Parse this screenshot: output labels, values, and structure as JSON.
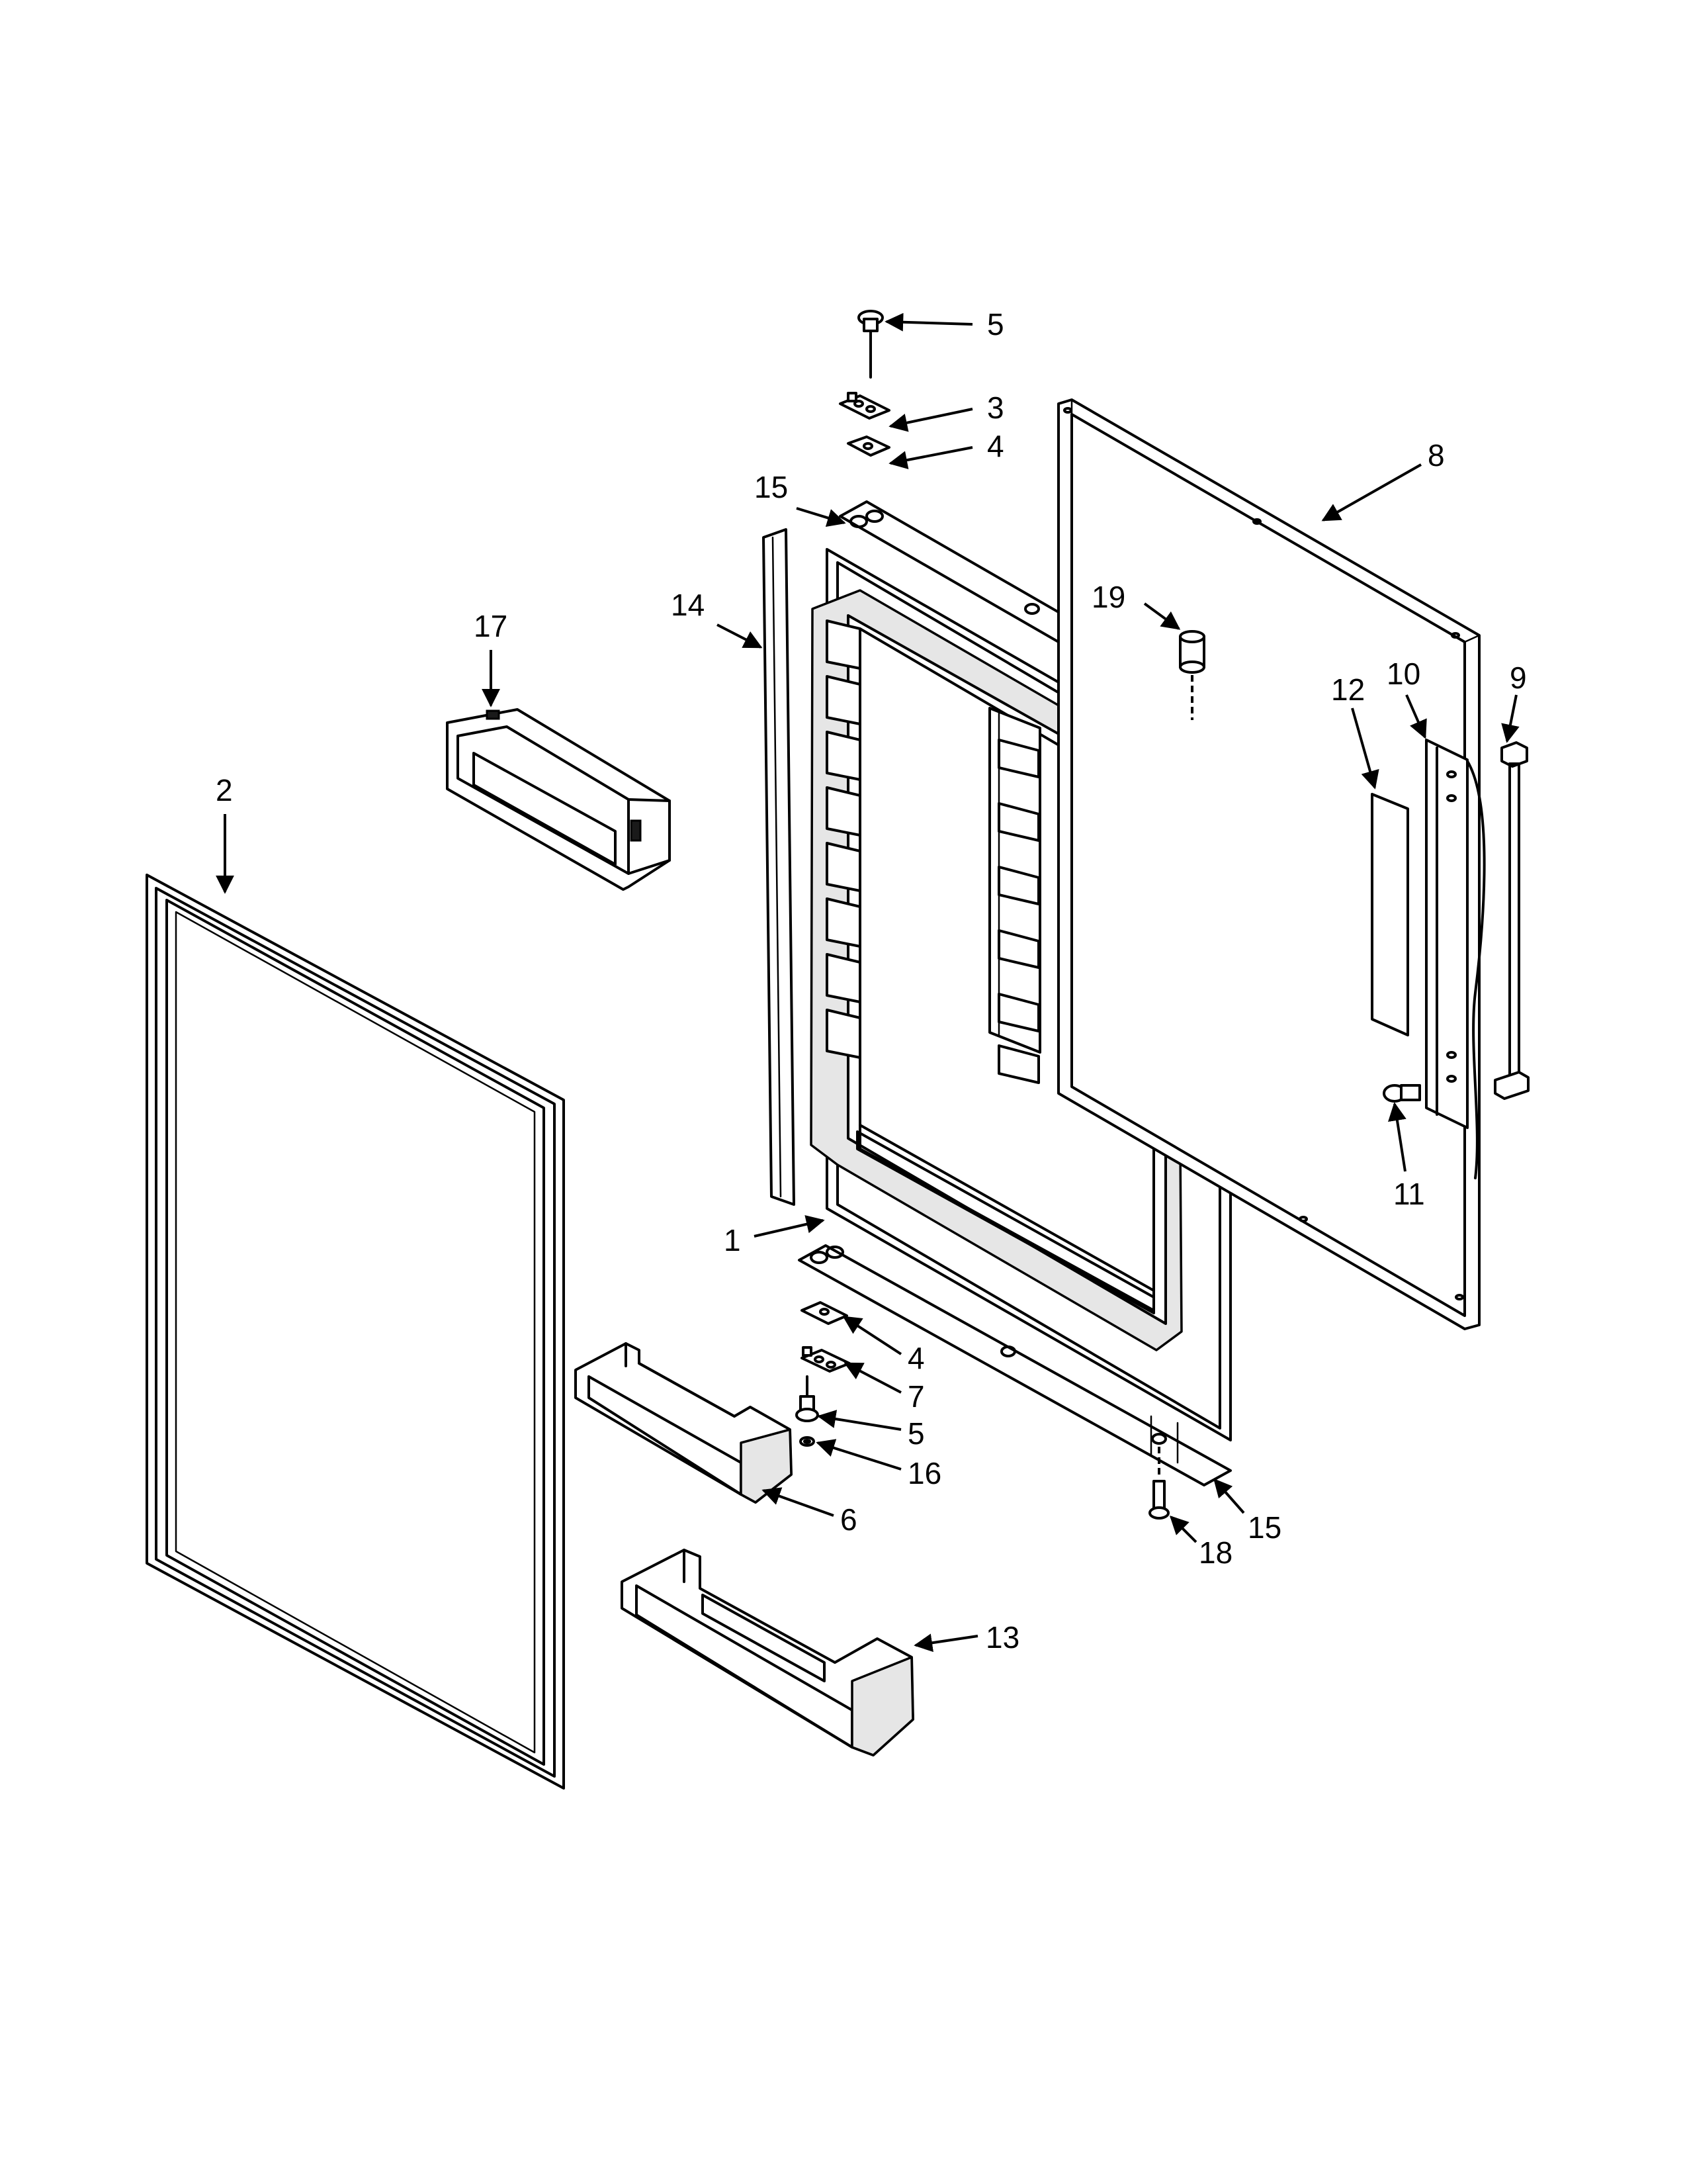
{
  "callouts": [
    {
      "id": "c5a",
      "text": "5"
    },
    {
      "id": "c3",
      "text": "3"
    },
    {
      "id": "c4a",
      "text": "4"
    },
    {
      "id": "c15a",
      "text": "15"
    },
    {
      "id": "c8",
      "text": "8"
    },
    {
      "id": "c14",
      "text": "14"
    },
    {
      "id": "c19",
      "text": "19"
    },
    {
      "id": "c17",
      "text": "17"
    },
    {
      "id": "c12",
      "text": "12"
    },
    {
      "id": "c10",
      "text": "10"
    },
    {
      "id": "c9",
      "text": "9"
    },
    {
      "id": "c2",
      "text": "2"
    },
    {
      "id": "c11",
      "text": "11"
    },
    {
      "id": "c1",
      "text": "1"
    },
    {
      "id": "c4b",
      "text": "4"
    },
    {
      "id": "c7",
      "text": "7"
    },
    {
      "id": "c5b",
      "text": "5"
    },
    {
      "id": "c16",
      "text": "16"
    },
    {
      "id": "c6",
      "text": "6"
    },
    {
      "id": "c15b",
      "text": "15"
    },
    {
      "id": "c18",
      "text": "18"
    },
    {
      "id": "c13",
      "text": "13"
    }
  ]
}
